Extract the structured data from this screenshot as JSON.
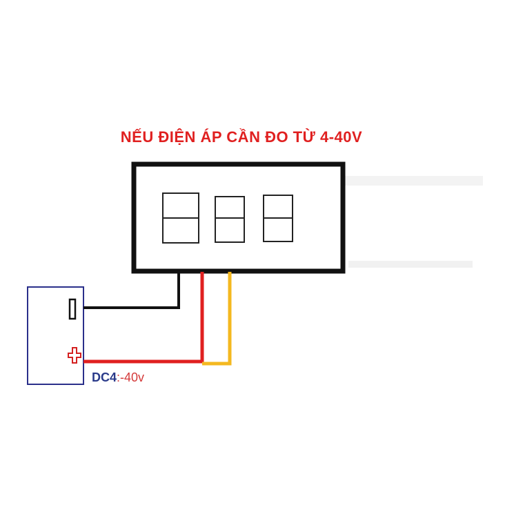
{
  "title": "NẾU ĐIỆN ÁP CẦN ĐO TỪ 4-40V",
  "source_label": {
    "prefix": "DC4",
    "suffix": ":-40v"
  },
  "colors": {
    "title": "#e02020",
    "meter_frame": "#111111",
    "source_frame": "#2a2f8a",
    "source_label_prefix": "#2a3a8a",
    "source_label_suffix": "#d43a3a",
    "wire_negative": "#111111",
    "wire_positive": "#e02020",
    "wire_signal": "#f4b820",
    "terminal_plus": "#d42020"
  },
  "icons": {
    "negative_terminal": "minus-terminal-icon",
    "positive_terminal": "plus-terminal-icon"
  }
}
